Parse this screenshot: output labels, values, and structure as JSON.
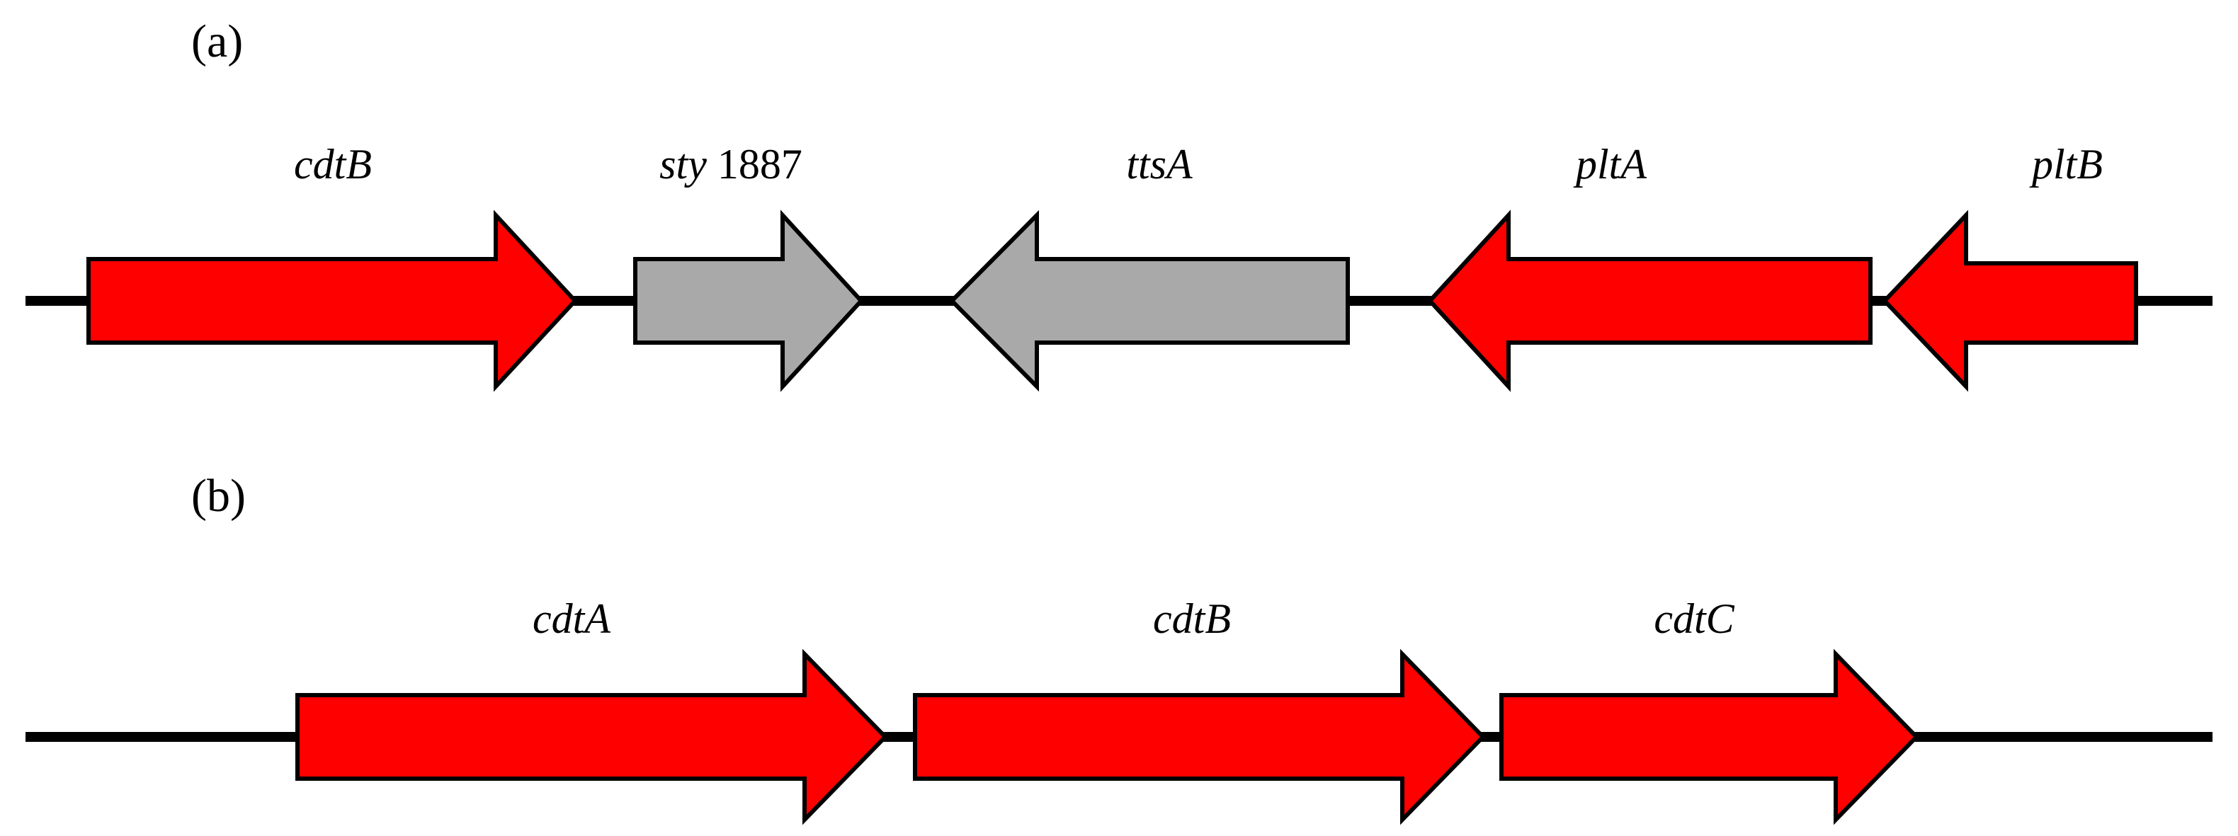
{
  "colors": {
    "cdt_plt": "#ff0000",
    "other": "#a9a9a9",
    "outline": "#000000"
  },
  "panels": [
    {
      "label": "(a)",
      "genes": [
        {
          "name": "cdtB",
          "direction": "forward",
          "color": "#ff0000"
        },
        {
          "name": "sty",
          "name_suffix": " 1887",
          "direction": "forward",
          "color": "#a9a9a9"
        },
        {
          "name": "ttsA",
          "direction": "reverse",
          "color": "#a9a9a9"
        },
        {
          "name": "pltA",
          "direction": "reverse",
          "color": "#ff0000"
        },
        {
          "name": "pltB",
          "direction": "reverse",
          "color": "#ff0000"
        }
      ]
    },
    {
      "label": "(b)",
      "genes": [
        {
          "name": "cdtA",
          "direction": "forward",
          "color": "#ff0000"
        },
        {
          "name": "cdtB",
          "direction": "forward",
          "color": "#ff0000"
        },
        {
          "name": "cdtC",
          "direction": "forward",
          "color": "#ff0000"
        }
      ]
    }
  ]
}
